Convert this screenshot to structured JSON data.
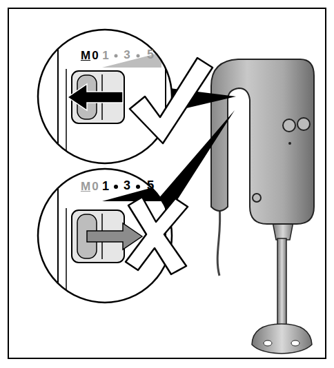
{
  "diagram": {
    "labels": [
      "M",
      "0",
      "1",
      "3",
      "5",
      "M",
      "0",
      "1",
      "3",
      "5"
    ]
  }
}
